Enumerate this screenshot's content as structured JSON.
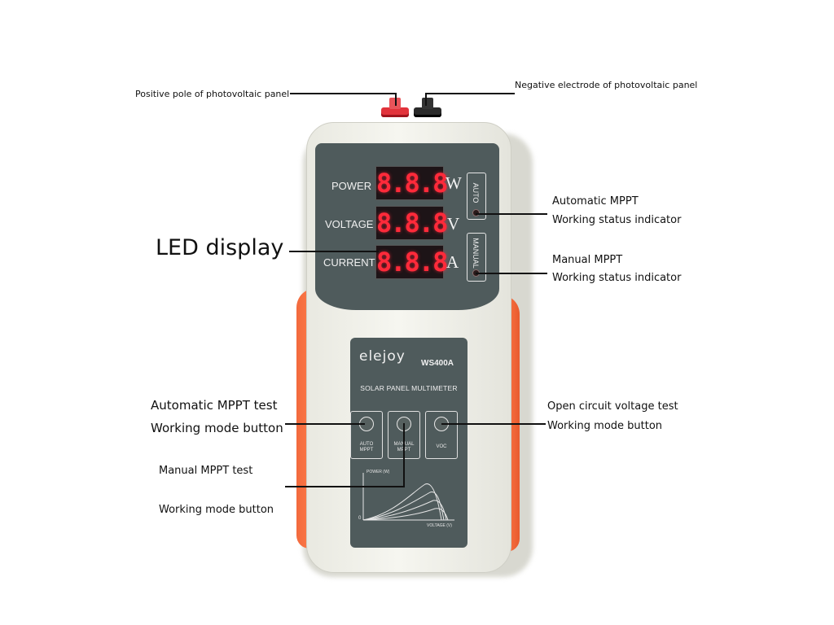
{
  "callouts": {
    "positive_pole": "Positive pole of photovoltaic panel",
    "negative_electrode": "Negative electrode of photovoltaic panel",
    "led_display": "LED display",
    "auto_indicator_line1": "Automatic MPPT",
    "auto_indicator_line2": "Working status indicator",
    "manual_indicator_line1": "Manual MPPT",
    "manual_indicator_line2": "Working status indicator",
    "auto_button_line1": "Automatic MPPT test",
    "auto_button_line2": "Working mode button",
    "manual_button_line1": "Manual MPPT test",
    "manual_button_line2": "Working mode button",
    "voc_button_line1": "Open circuit voltage test",
    "voc_button_line2": "Working mode button"
  },
  "display": {
    "power_label": "POWER",
    "voltage_label": "VOLTAGE",
    "current_label": "CURRENT",
    "power_digits": "8.8.8",
    "voltage_digits": "8.8.8",
    "current_digits": "8.8.8",
    "unit_w": "W",
    "unit_v": "V",
    "unit_a": "A",
    "auto_mode": "AUTO",
    "manual_mode": "MANUAL"
  },
  "device": {
    "brand": "elejoy",
    "model": "WS400A",
    "product_name": "SOLAR PANEL MULTIMETER",
    "buttons": {
      "auto": "AUTO MPPT",
      "manual": "MANUAL MPPT",
      "voc": "VOC"
    },
    "graph": {
      "y_label": "POWER (W)",
      "x_label": "VOLTAGE (V)",
      "origin": "0"
    }
  },
  "colors": {
    "panel": "#4f5b5c",
    "grip": "#f26a3d",
    "led_red": "#ff2a3a",
    "positive_port": "#e2333b",
    "negative_port": "#1a1a1a"
  }
}
